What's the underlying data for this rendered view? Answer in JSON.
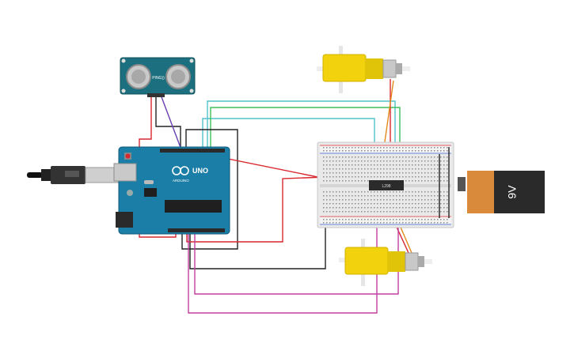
{
  "sensor": {
    "label": "PING))"
  },
  "arduino": {
    "brand": "ARDUINO",
    "model": "UNO"
  },
  "driver": {
    "label": "L298"
  },
  "battery": {
    "label": "9V"
  },
  "colors": {
    "red": "#d9272e",
    "black": "#222222",
    "purple": "#6a3fb0",
    "cyan": "#4fc3c9",
    "green": "#3fbf5a",
    "orange": "#e38a1c",
    "magenta": "#c23fa0",
    "arduino_teal": "#1b7ea6",
    "motor_yellow": "#f1d20c",
    "battery_orange": "#d98a3a"
  }
}
